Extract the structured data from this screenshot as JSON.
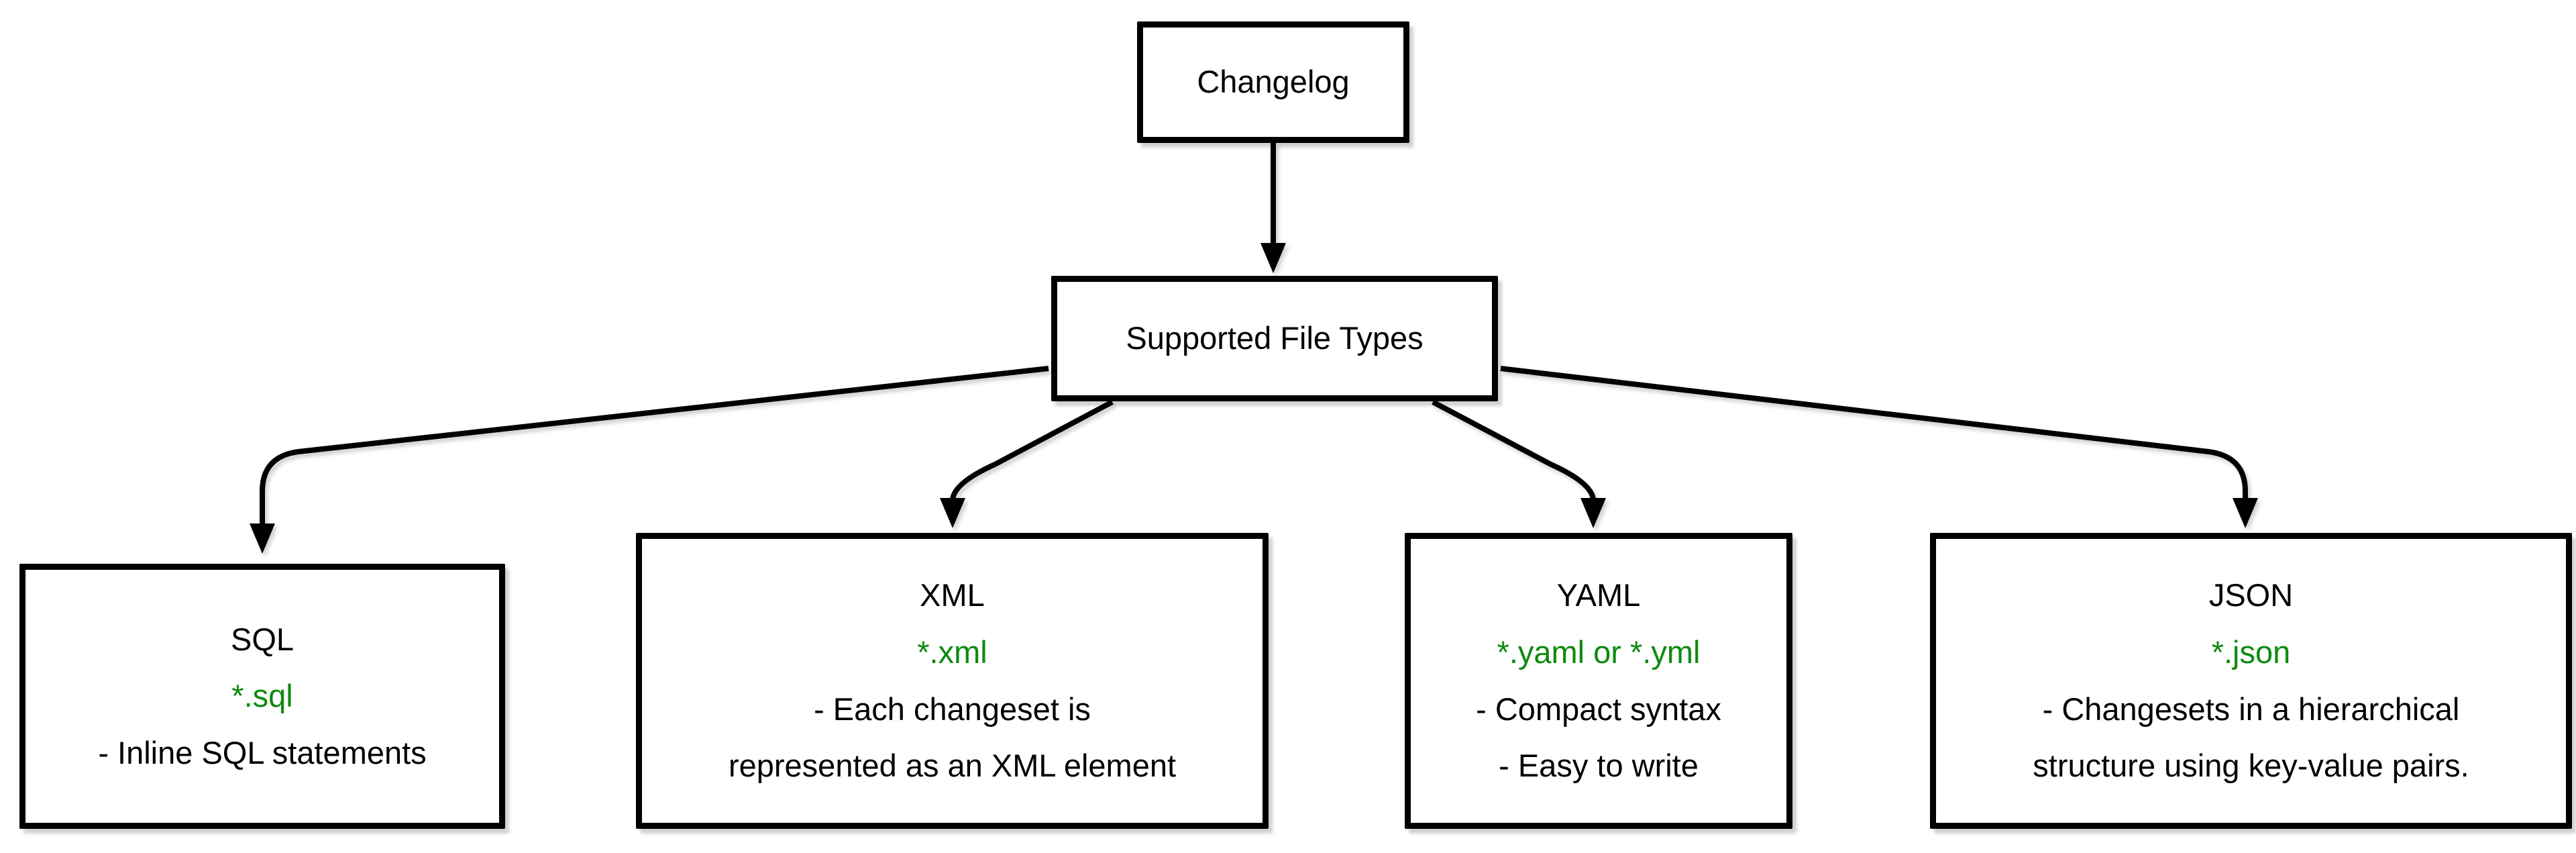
{
  "nodes": {
    "root": {
      "label": "Changelog"
    },
    "hub": {
      "label": "Supported File Types"
    }
  },
  "file_types": [
    {
      "name": "SQL",
      "pattern": "*.sql",
      "description": "- Inline SQL statements"
    },
    {
      "name": "XML",
      "pattern": "*.xml",
      "description": "- Each changeset is\nrepresented as an XML element"
    },
    {
      "name": "YAML",
      "pattern": "*.yaml or *.yml",
      "description": "- Compact syntax\n- Easy to write"
    },
    {
      "name": "JSON",
      "pattern": "*.json",
      "description": "- Changesets in a hierarchical\nstructure using key-value pairs."
    }
  ],
  "colors": {
    "pattern_green": "#0E8A0E",
    "stroke_black": "#000000",
    "box_fill": "#FFFFFF"
  }
}
